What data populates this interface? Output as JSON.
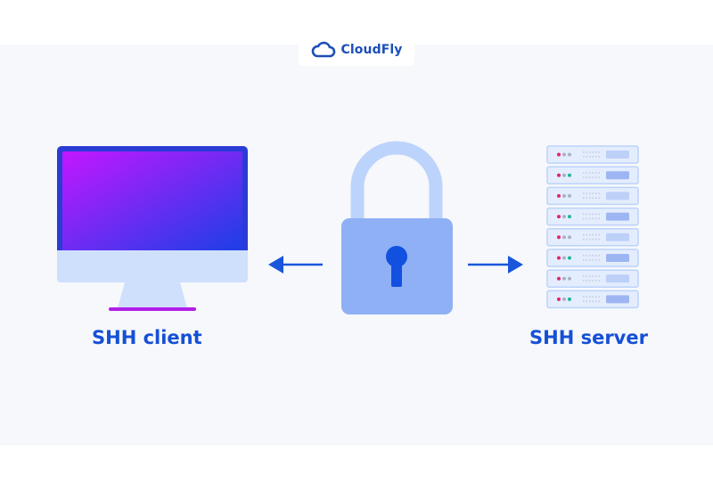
{
  "brand": {
    "name": "CloudFly",
    "icon": "cloud-icon"
  },
  "client": {
    "label": "SHH client",
    "icon": "desktop-monitor-icon"
  },
  "server": {
    "label": "SHH server",
    "icon": "server-rack-icon"
  },
  "center": {
    "icon": "padlock-icon"
  },
  "colors": {
    "label_blue": "#1550d6",
    "brand_blue": "#1c4fb8",
    "lock_body": "#8fb0f5",
    "lock_shackle": "#bcd3fb",
    "keyhole": "#1250e0",
    "arrow": "#1a56db",
    "screen_gradient": [
      "#c317ff",
      "#1b3fe6"
    ],
    "canvas_bg": "#f6f8fb"
  }
}
